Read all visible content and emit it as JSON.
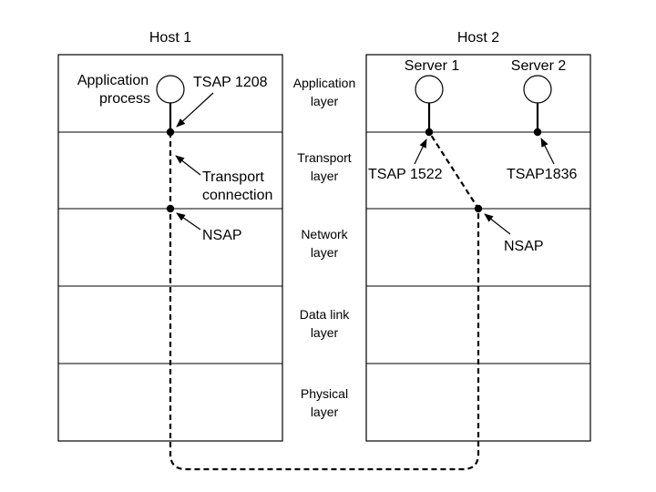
{
  "hosts": {
    "host1": {
      "title": "Host 1"
    },
    "host2": {
      "title": "Host 2"
    }
  },
  "layers": [
    {
      "line1": "Application",
      "line2": "layer"
    },
    {
      "line1": "Transport",
      "line2": "layer"
    },
    {
      "line1": "Network",
      "line2": "layer"
    },
    {
      "line1": "Data link",
      "line2": "layer"
    },
    {
      "line1": "Physical",
      "line2": "layer"
    }
  ],
  "host1": {
    "app_process_line1": "Application",
    "app_process_line2": "process",
    "tsap": "TSAP 1208",
    "transport_connection_line1": "Transport",
    "transport_connection_line2": "connection",
    "nsap": "NSAP"
  },
  "host2": {
    "server1": "Server 1",
    "server2": "Server 2",
    "tsap1": "TSAP 1522",
    "tsap2": "TSAP1836",
    "nsap": "NSAP"
  }
}
